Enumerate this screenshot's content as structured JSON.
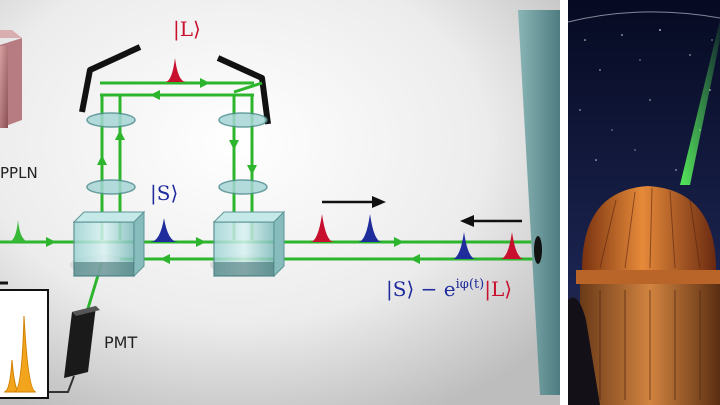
{
  "labels": {
    "ket_L": "|L⟩",
    "ket_S": "|S⟩",
    "ppln": "PPLN",
    "pmt": "PMT",
    "superposition_prefix": "|S⟩ − e",
    "superposition_exponent": "iφ(t)",
    "superposition_suffix": "|L⟩"
  },
  "colors": {
    "beam": "#2db52d",
    "pulse_red": "#c8102e",
    "pulse_blue": "#1f2c9c",
    "pulse_green": "#37b837",
    "inset_peak": "#f2a51c",
    "mirror_glass": "#5f8f92",
    "dome": "#d9782a",
    "sky": "#0b1030"
  }
}
